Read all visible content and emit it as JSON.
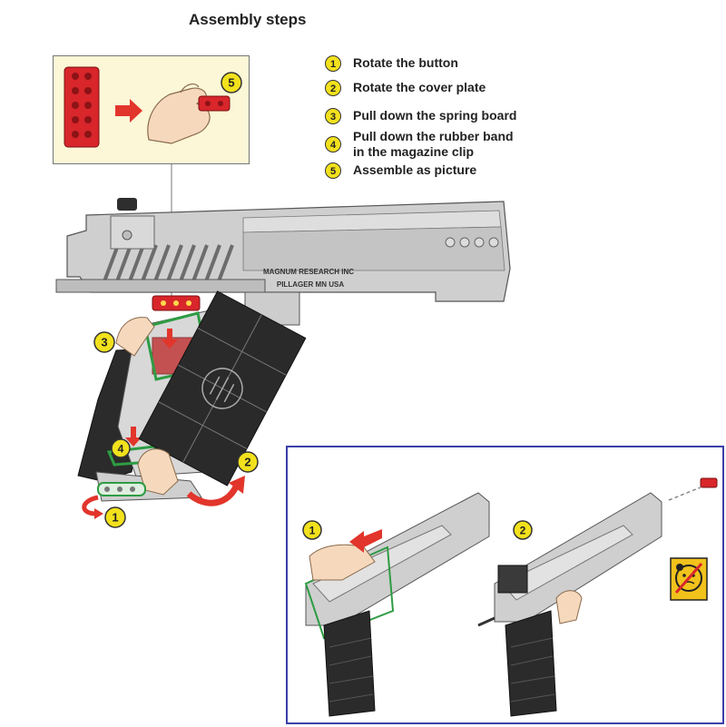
{
  "title": "Assembly steps",
  "steps": [
    {
      "num": "1",
      "lines": [
        "Rotate the button"
      ]
    },
    {
      "num": "2",
      "lines": [
        "Rotate the cover plate"
      ]
    },
    {
      "num": "3",
      "lines": [
        "Pull down the spring board"
      ]
    },
    {
      "num": "4",
      "lines": [
        "Pull down the rubber band",
        "in the magazine clip"
      ]
    },
    {
      "num": "5",
      "lines": [
        "Assemble as picture"
      ]
    }
  ],
  "callout": {
    "badge": "5"
  },
  "gun": {
    "engraving_line1": "MAGNUM   RESEARCH   INC",
    "engraving_line2": "PILLAGER   MN   USA"
  },
  "main_badges": {
    "b1": "1",
    "b2": "2",
    "b3": "3",
    "b4": "4"
  },
  "inset": {
    "badge1": "1",
    "badge2": "2"
  },
  "colors": {
    "accent": "#f2e11c",
    "arrow": "#e2352b",
    "inset_border": "#3b3fa7",
    "gun_gray": "#c9c9c9"
  }
}
